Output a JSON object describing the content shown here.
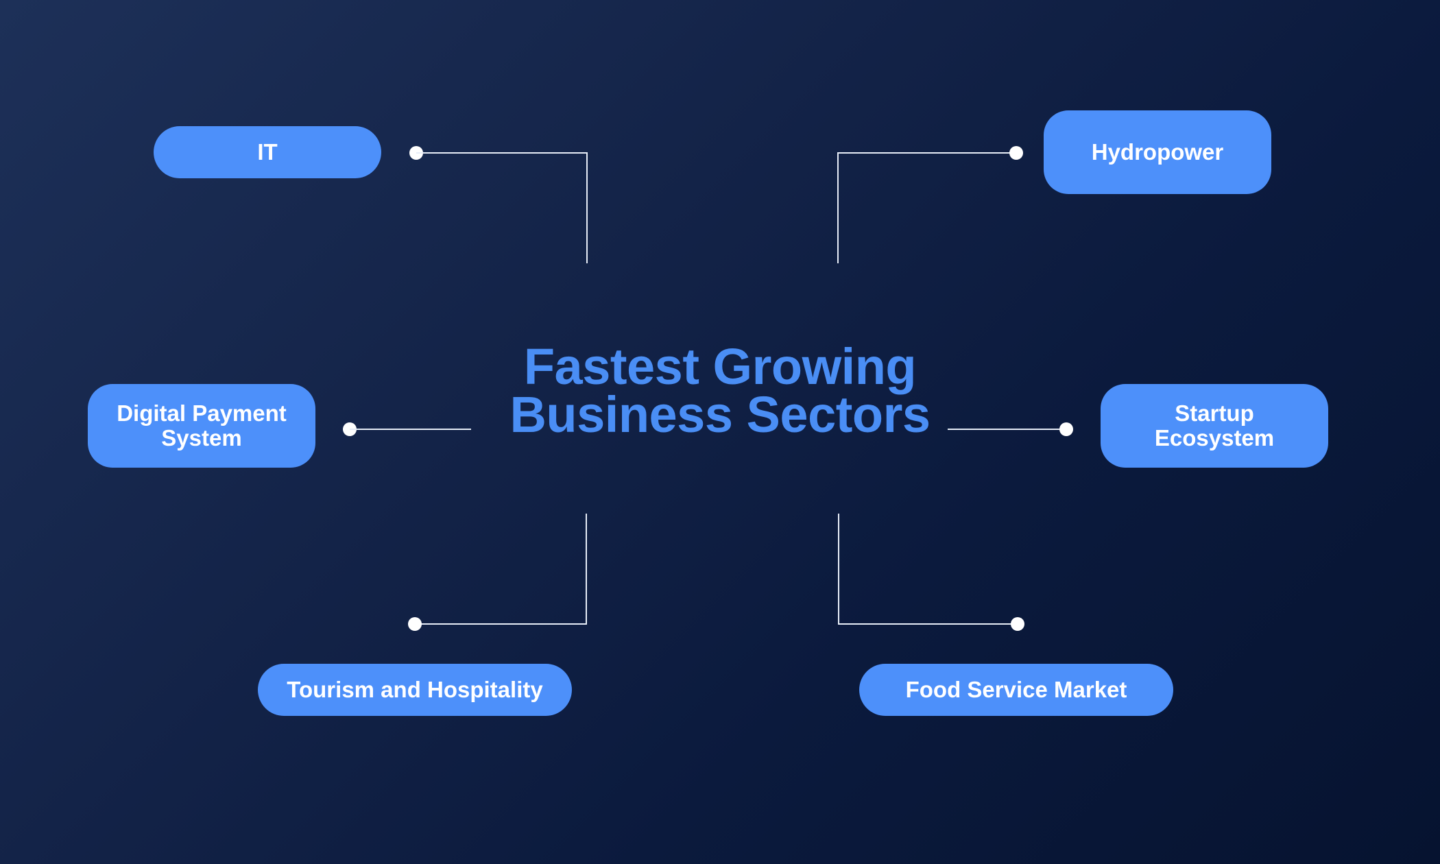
{
  "title": {
    "line1": "Fastest Growing",
    "line2": "Business Sectors",
    "color": "#4a8ef5"
  },
  "colors": {
    "node_bg": "#4d90fa",
    "node_text": "#ffffff",
    "connector": "#e8eef8",
    "bg_start": "#1d3058",
    "bg_end": "#061330"
  },
  "sectors": [
    {
      "id": "it",
      "label": "IT",
      "position": "top-left"
    },
    {
      "id": "hydropower",
      "label": "Hydropower",
      "position": "top-right"
    },
    {
      "id": "digital-payment",
      "label_line1": "Digital Payment",
      "label_line2": "System",
      "position": "middle-left"
    },
    {
      "id": "startup",
      "label": "Startup Ecosystem",
      "position": "middle-right"
    },
    {
      "id": "tourism",
      "label": "Tourism and Hospitality",
      "position": "bottom-left"
    },
    {
      "id": "food",
      "label": "Food Service Market",
      "position": "bottom-right"
    }
  ]
}
